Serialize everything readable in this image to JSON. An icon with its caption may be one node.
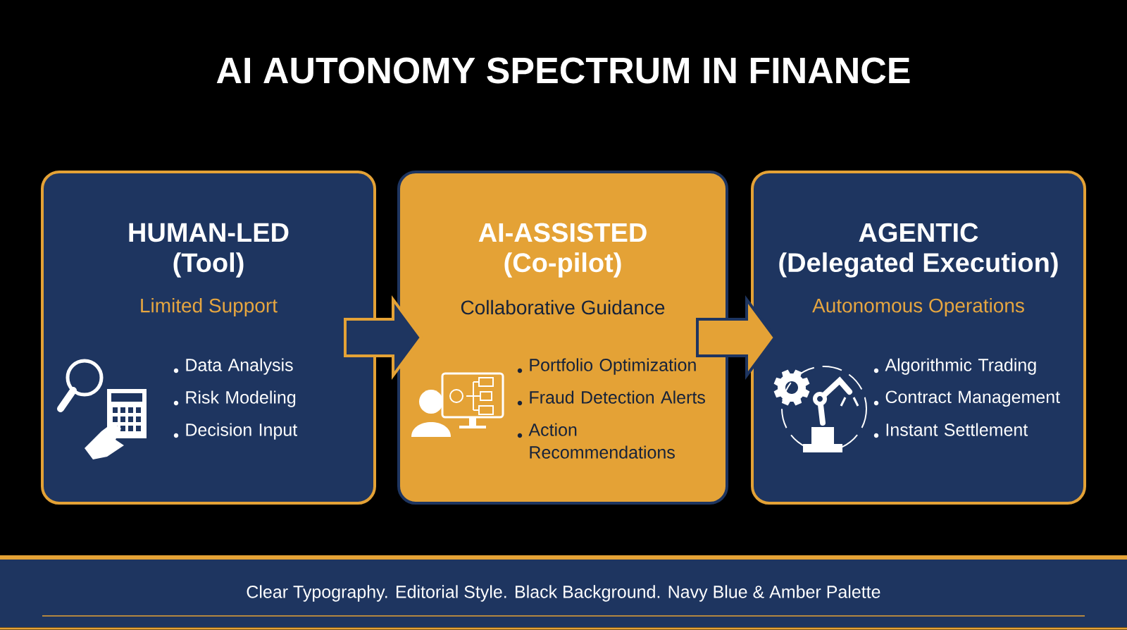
{
  "diagram": {
    "title": "AI AUTONOMY SPECTRUM IN FINANCE",
    "nodes": [
      {
        "text": [
          "HUMAN-LED",
          "(Tool)",
          "Limited Support",
          "Data Analysis",
          "Risk Modeling",
          "Decision Input"
        ]
      },
      {
        "text": [
          "AI-ASSISTED",
          "(Co-pilot)",
          "Collaborative Guidance",
          "Portfolio Optimization",
          "Fraud Detection Alerts",
          "Action Recommendations"
        ]
      },
      {
        "text": [
          "AGENTIC",
          "(Delegated Execution)",
          "Autonomous Operations",
          "Algorithmic Trading",
          "Contract Management",
          "Instant Settlement"
        ]
      },
      {
        "text": [
          "Clear Typography. Editorial Style. Black Background. Navy Blue & Amber Palette"
        ]
      }
    ],
    "edges": [
      {
        "from": 0,
        "to": 1,
        "arrow": "to"
      },
      {
        "from": 1,
        "to": 2,
        "arrow": "to"
      }
    ]
  }
}
